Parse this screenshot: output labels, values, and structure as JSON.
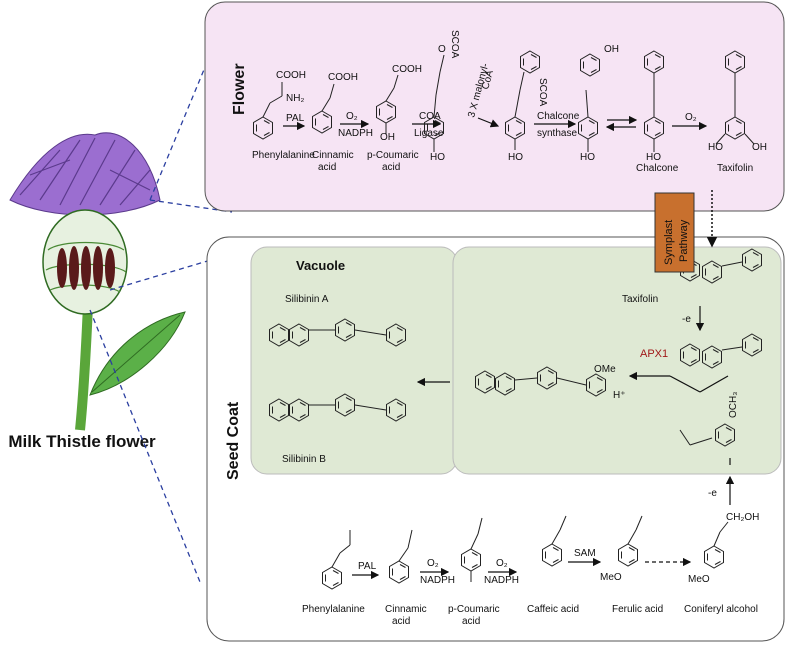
{
  "plant_label": "Milk Thistle flower",
  "flower": {
    "title": "Flower",
    "compounds": {
      "phenylalanine": "Phenylalanine",
      "cinnamic": "Cinnamic",
      "cinnamic2": "acid",
      "coumaric": "p-Coumaric",
      "coumaric2": "acid",
      "chalcone": "Chalcone",
      "taxifolin": "Taxifolin"
    },
    "enzymes": {
      "pal": "PAL",
      "o2": "O₂",
      "nadph": "NADPH",
      "coa": "COA",
      "ligase": "Ligase",
      "malonyl1": "3 X malonyl-",
      "malonyl2": "CoA",
      "synth1": "Chalcone",
      "synth2": "synthase",
      "o2b": "O₂"
    },
    "groups": {
      "cooh": "COOH",
      "nh2": "NH₂",
      "ho": "HO",
      "oh": "OH",
      "o": "O",
      "scoa": "SCOA"
    }
  },
  "symplast": {
    "line1": "Symplast",
    "line2": "Pathway"
  },
  "seed_coat": {
    "title": "Seed Coat",
    "vacuole": {
      "title": "Vacuole",
      "silibinin_a": "Silibinin A",
      "silibinin_b": "Silibinin B"
    },
    "reaction": {
      "taxifolin": "Taxifolin",
      "minus_e": "-e",
      "minus_e2": "-e",
      "apx1": "APX1",
      "h_plus": "H⁺",
      "ome": "OMe",
      "och3": "OCH₃"
    },
    "bottom": {
      "phenylalanine": "Phenylalanine",
      "cinnamic": "Cinnamic",
      "cinnamic2": "acid",
      "coumaric": "p-Coumaric",
      "coumaric2": "acid",
      "caffeic": "Caffeic acid",
      "ferulic": "Ferulic acid",
      "coniferyl": "Coniferyl alcohol",
      "pal": "PAL",
      "o2": "O₂",
      "nadph": "NADPH",
      "o2b": "O₂",
      "nadph2": "NADPH",
      "sam": "SAM",
      "ch2oh": "CH₂OH",
      "meo": "MeO"
    }
  },
  "colors": {
    "flower_box": "#f6e4f4",
    "vacuole_box": "#dfe9d4",
    "symplast_box": "#c8702e",
    "apx1": "#a01818",
    "dash": "#2b3fa0"
  }
}
